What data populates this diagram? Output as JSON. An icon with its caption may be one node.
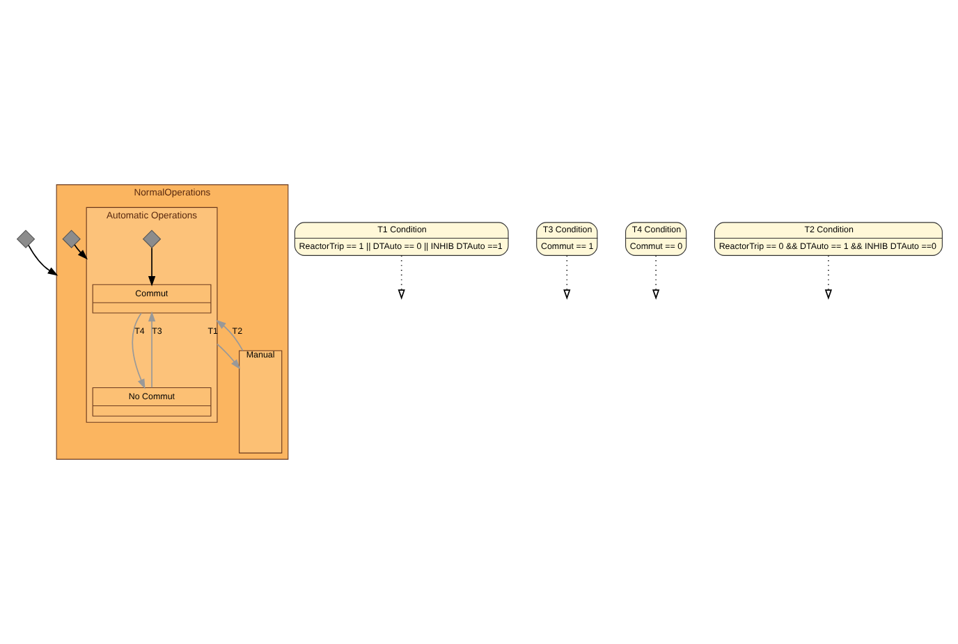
{
  "diagram": {
    "nodes": [
      {
        "text": [],
        "shape": "diamond"
      },
      {
        "text": [
          "T1 Condition",
          "ReactorTrip == 1 || DTAuto == 0 || INHIB DTAuto ==1"
        ]
      },
      {
        "text": [
          "NormalOperations"
        ]
      },
      {
        "text": [],
        "shape": "diamond",
        "in": 2
      },
      {
        "text": [
          "Automatic Operations"
        ],
        "in": 2
      },
      {
        "text": [
          "Commut"
        ],
        "in": 4
      },
      {
        "text": [],
        "shape": "diamond",
        "in": 4
      },
      {
        "text": [
          "T3 Condition",
          "Commut == 1"
        ]
      },
      {
        "text": [
          "T4 Condition",
          "Commut == 0"
        ]
      },
      {
        "text": [
          "No Commut"
        ],
        "in": 4
      },
      {
        "text": [
          "Manual"
        ],
        "in": 2
      },
      {
        "text": [
          "T2 Condition",
          "ReactorTrip == 0 && DTAuto == 1 && INHIB DTAuto ==0"
        ]
      }
    ],
    "edges": [
      {
        "from": 0,
        "to": 2,
        "arrow": "to"
      },
      {
        "from": 3,
        "to": 4,
        "arrow": "to"
      },
      {
        "from": 6,
        "to": 5,
        "arrow": "to"
      },
      {
        "from": 4,
        "to": 10,
        "arrow": "to",
        "label": "T1",
        "color": "#999999"
      },
      {
        "from": 10,
        "to": 4,
        "arrow": "to",
        "label": "T2",
        "color": "#999999"
      },
      {
        "from": 9,
        "to": 5,
        "arrow": "to",
        "label": "T3",
        "color": "#999999"
      },
      {
        "from": 5,
        "to": 9,
        "arrow": "to",
        "label": "T4",
        "color": "#999999"
      },
      {
        "from": 1,
        "to": null,
        "arrow": "to",
        "style": "dashed"
      },
      {
        "from": 11,
        "to": null,
        "arrow": "to",
        "style": "dashed"
      },
      {
        "from": 7,
        "to": null,
        "arrow": "to",
        "style": "dashed"
      },
      {
        "from": 8,
        "to": null,
        "arrow": "to",
        "style": "dashed"
      }
    ]
  }
}
